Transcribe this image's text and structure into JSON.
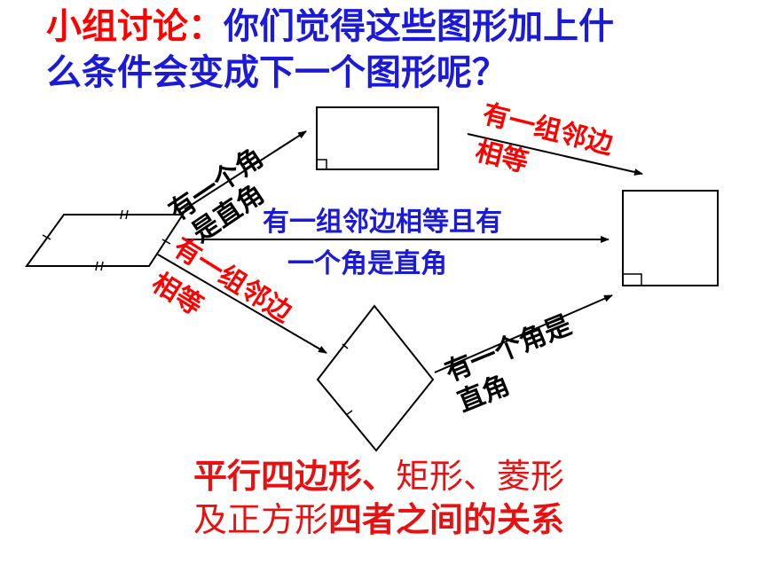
{
  "title": {
    "prefix": "小组讨论：",
    "line1_rest": "你们觉得这些图形加上什",
    "line2": "么条件会变成下一个图形呢？"
  },
  "edges": {
    "to_rectangle": {
      "line1": "有一个角",
      "line2": "是直角"
    },
    "to_square_direct": {
      "line1": "有一组邻边相等且有",
      "line2": "一个角是直角"
    },
    "to_rhombus": {
      "line1": "有一组邻边",
      "line2": "相等"
    },
    "rectangle_to_square": {
      "line1": "有一组邻边",
      "line2": "相等"
    },
    "rhombus_to_square": {
      "line1": "有一个角是",
      "line2": "直角"
    }
  },
  "conclusion": {
    "bold1": "平行四边形、",
    "normal1": "矩形、菱形",
    "normal2": "及正方形",
    "bold2": "四者之间的关系"
  },
  "colors": {
    "red": "#ff0000",
    "blue": "#1a1ad8",
    "black": "#000000"
  }
}
